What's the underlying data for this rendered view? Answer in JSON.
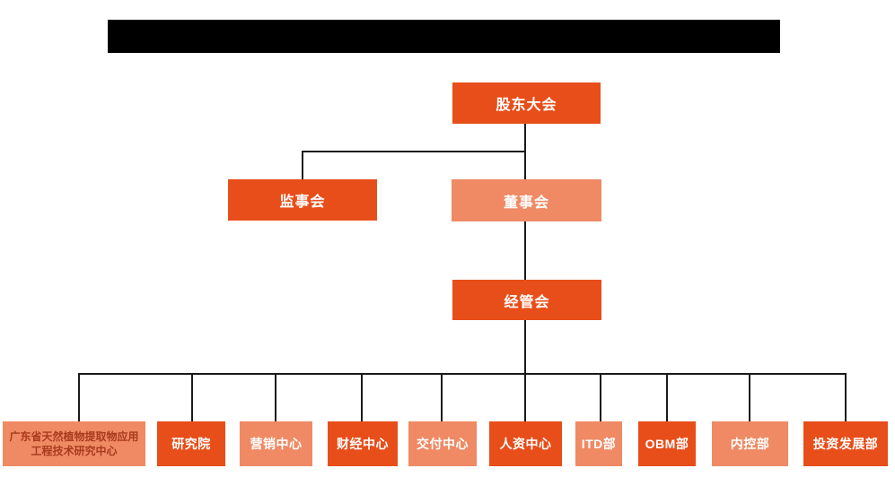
{
  "colors": {
    "primary_box": "#E84E1A",
    "secondary_box": "#EF8A64",
    "connector_line": "#1A1A1A",
    "redaction_bar": "#000000",
    "text_on_box": "#FFFFFF",
    "research_center_text": "#A93A1E",
    "background": "#FFFFFF"
  },
  "header": {
    "redacted_title_bar": true
  },
  "org_chart": {
    "type": "organization-hierarchy",
    "level1": {
      "shareholders_meeting": "股东大会"
    },
    "level2": {
      "supervisory_board": "监事会",
      "board_of_directors": "董事会"
    },
    "level3": {
      "management_committee": "经管会"
    },
    "departments": [
      {
        "label": "广东省天然植物提取物应用工程技术研究中心",
        "variant": "secondary"
      },
      {
        "label": "研究院",
        "variant": "primary"
      },
      {
        "label": "营销中心",
        "variant": "secondary"
      },
      {
        "label": "财经中心",
        "variant": "primary"
      },
      {
        "label": "交付中心",
        "variant": "secondary"
      },
      {
        "label": "人资中心",
        "variant": "primary"
      },
      {
        "label": "ITD部",
        "variant": "secondary"
      },
      {
        "label": "OBM部",
        "variant": "primary"
      },
      {
        "label": "内控部",
        "variant": "secondary"
      },
      {
        "label": "投资发展部",
        "variant": "primary"
      }
    ]
  }
}
